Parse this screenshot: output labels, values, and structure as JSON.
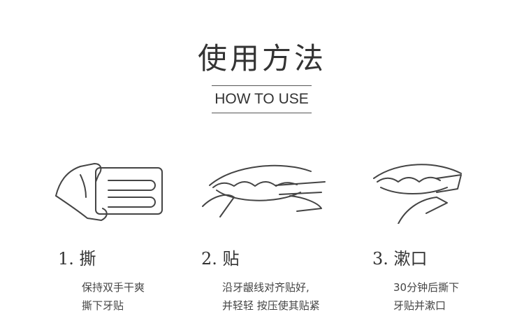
{
  "title": "使用方法",
  "subtitle": "HOW TO USE",
  "steps": [
    {
      "label": "1. 撕",
      "lines": [
        "保持双手干爽",
        "撕下牙贴"
      ],
      "icon": "peel-strip-icon"
    },
    {
      "label": "2. 贴",
      "lines": [
        "沿牙龈线对齐贴好,",
        "并轻轻 按压使其贴紧"
      ],
      "icon": "apply-strip-icon"
    },
    {
      "label": "3. 漱口",
      "lines": [
        "30分钟后撕下",
        "牙贴并漱口"
      ],
      "icon": "remove-strip-icon"
    }
  ]
}
